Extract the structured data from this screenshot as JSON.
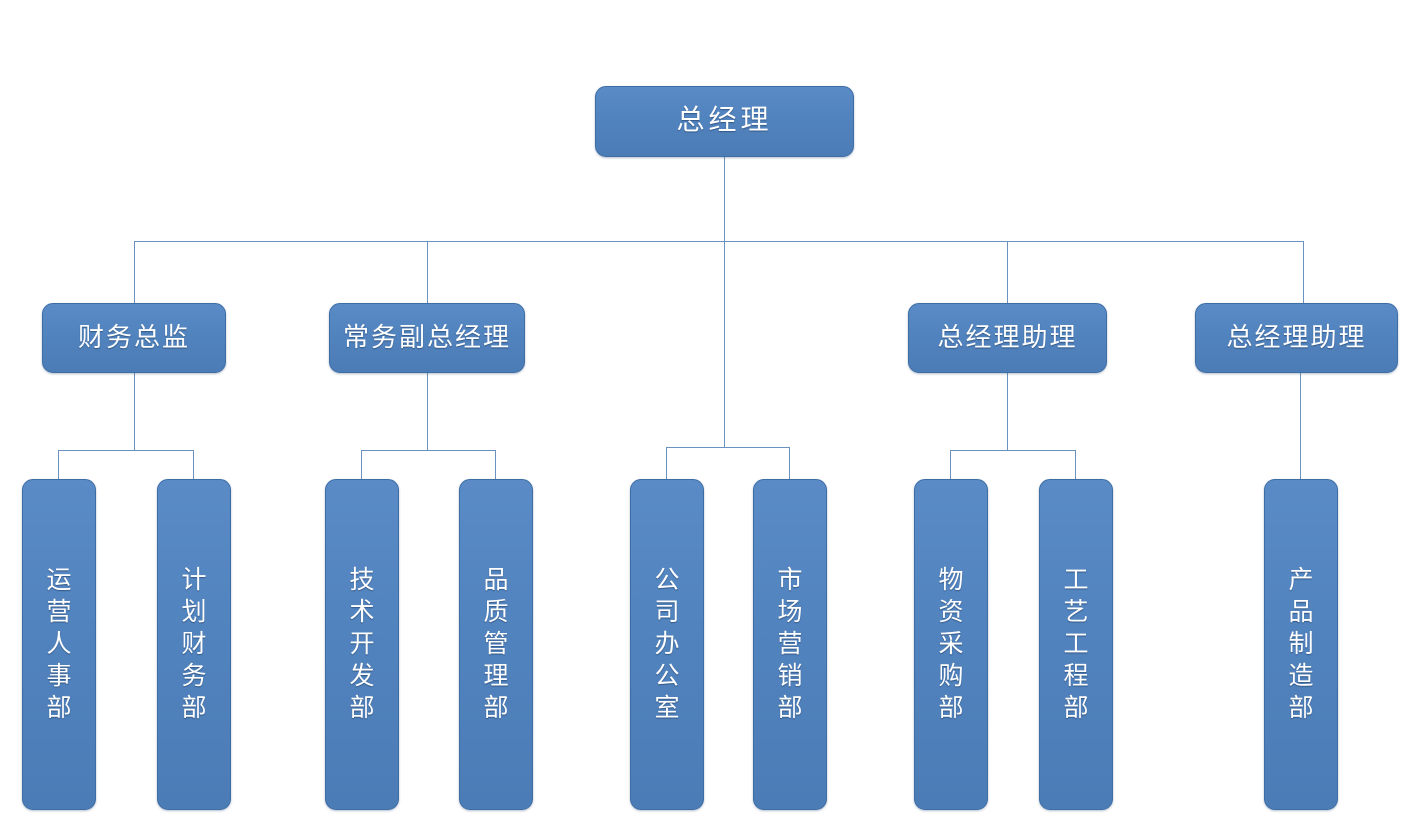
{
  "chart_data": {
    "type": "diagram",
    "diagram_type": "organization-chart",
    "title": "",
    "orientation": "top-down",
    "node_fill": "#5183be",
    "node_border": "#3d6da5",
    "node_text_color": "#ffffff",
    "connector_color": "#6a91bf",
    "background": "#ffffff",
    "levels": 3,
    "nodes": [
      {
        "id": "gm",
        "label": "总经理",
        "level": 1,
        "parent": null,
        "orientation": "horizontal"
      },
      {
        "id": "cfo",
        "label": "财务总监",
        "level": 2,
        "parent": "gm",
        "orientation": "horizontal"
      },
      {
        "id": "evp",
        "label": "常务副总经理",
        "level": 2,
        "parent": "gm",
        "orientation": "horizontal"
      },
      {
        "id": "asst1",
        "label": "总经理助理",
        "level": 2,
        "parent": "gm",
        "orientation": "horizontal"
      },
      {
        "id": "asst2",
        "label": "总经理助理",
        "level": 2,
        "parent": "gm",
        "orientation": "horizontal"
      },
      {
        "id": "ops_hr",
        "label": "运营人事部",
        "level": 3,
        "parent": "cfo",
        "orientation": "vertical"
      },
      {
        "id": "plan_fin",
        "label": "计划财务部",
        "level": 3,
        "parent": "cfo",
        "orientation": "vertical"
      },
      {
        "id": "tech_dev",
        "label": "技术开发部",
        "level": 3,
        "parent": "evp",
        "orientation": "vertical"
      },
      {
        "id": "quality",
        "label": "品质管理部",
        "level": 3,
        "parent": "evp",
        "orientation": "vertical"
      },
      {
        "id": "office",
        "label": "公司办公室",
        "level": 3,
        "parent": "gm",
        "orientation": "vertical"
      },
      {
        "id": "market",
        "label": "市场营销部",
        "level": 3,
        "parent": "gm",
        "orientation": "vertical"
      },
      {
        "id": "procure",
        "label": "物资采购部",
        "level": 3,
        "parent": "asst1",
        "orientation": "vertical"
      },
      {
        "id": "process",
        "label": "工艺工程部",
        "level": 3,
        "parent": "asst1",
        "orientation": "vertical"
      },
      {
        "id": "manuf",
        "label": "产品制造部",
        "level": 3,
        "parent": "asst2",
        "orientation": "vertical"
      }
    ]
  },
  "nodes": {
    "gm": {
      "label": "总经理"
    },
    "cfo": {
      "label": "财务总监"
    },
    "evp": {
      "label": "常务副总经理"
    },
    "asst1": {
      "label": "总经理助理"
    },
    "asst2": {
      "label": "总经理助理"
    },
    "ops_hr": {
      "label": "运营人事部"
    },
    "plan_fin": {
      "label": "计划财务部"
    },
    "tech_dev": {
      "label": "技术开发部"
    },
    "quality": {
      "label": "品质管理部"
    },
    "office": {
      "label": "公司办公室"
    },
    "market": {
      "label": "市场营销部"
    },
    "procure": {
      "label": "物资采购部"
    },
    "process": {
      "label": "工艺工程部"
    },
    "manuf": {
      "label": "产品制造部"
    }
  }
}
